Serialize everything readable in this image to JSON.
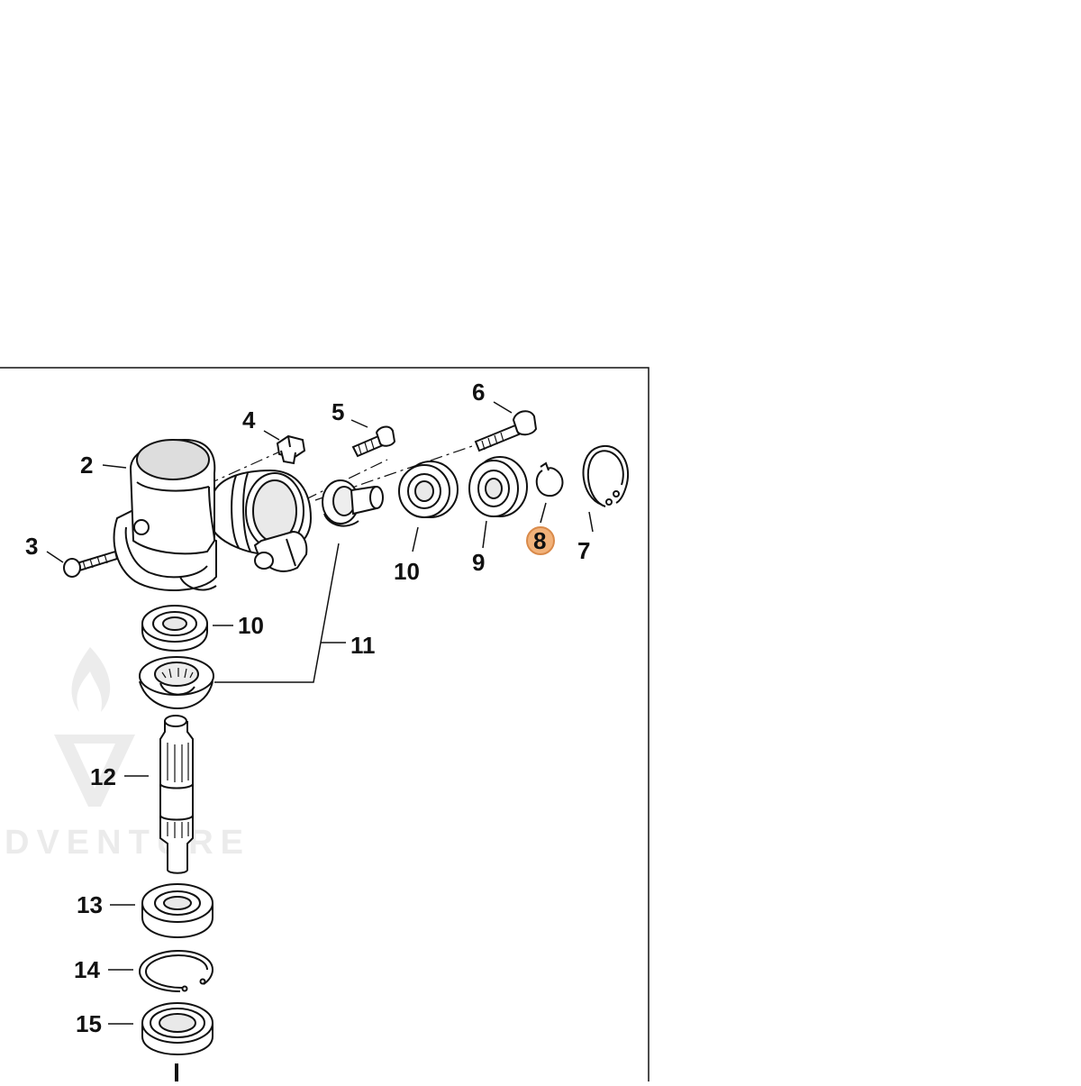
{
  "diagram": {
    "callouts": [
      {
        "id": "2",
        "label": "2"
      },
      {
        "id": "3",
        "label": "3"
      },
      {
        "id": "4",
        "label": "4"
      },
      {
        "id": "5",
        "label": "5"
      },
      {
        "id": "6",
        "label": "6"
      },
      {
        "id": "7",
        "label": "7"
      },
      {
        "id": "8",
        "label": "8",
        "highlighted": true
      },
      {
        "id": "9",
        "label": "9"
      },
      {
        "id": "10a",
        "label": "10"
      },
      {
        "id": "10b",
        "label": "10"
      },
      {
        "id": "11",
        "label": "11"
      },
      {
        "id": "12",
        "label": "12"
      },
      {
        "id": "13",
        "label": "13"
      },
      {
        "id": "14",
        "label": "14"
      },
      {
        "id": "15",
        "label": "15"
      }
    ],
    "highlight_color": "#f2b27a",
    "highlight_stroke": "#d98a4a",
    "line_color": "#111111",
    "watermark": {
      "text": "DVENTURE",
      "color": "#ebebeb"
    }
  }
}
